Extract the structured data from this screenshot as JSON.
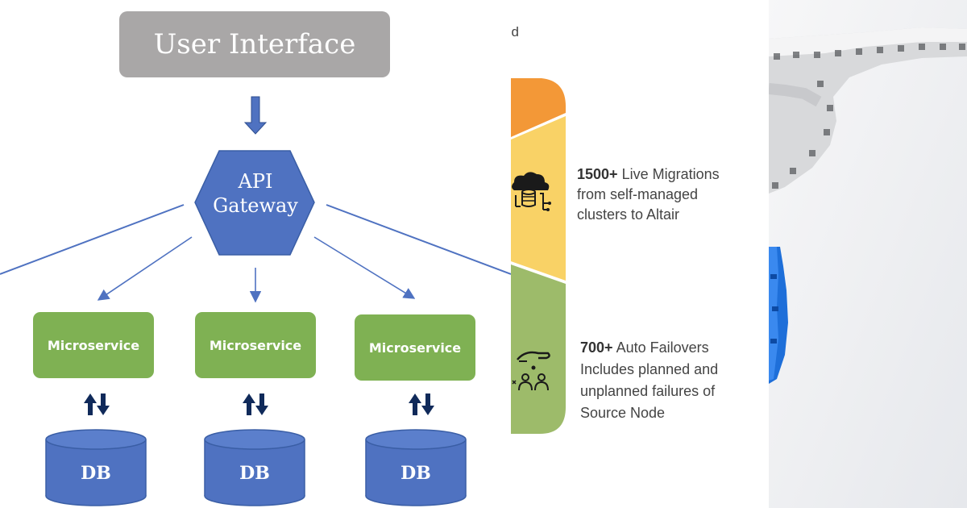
{
  "diagram": {
    "ui_label": "User Interface",
    "gateway_label_line1": "API",
    "gateway_label_line2": "Gateway",
    "microservices": [
      "Microservice",
      "Microservice",
      "Microservice"
    ],
    "databases": [
      "DB",
      "DB",
      "DB"
    ],
    "colors": {
      "ui_box": "#a9a7a7",
      "gateway": "#4f72c1",
      "microservice": "#7fb153",
      "db": "#4f72c1",
      "arrows": "#4f72c1",
      "sync_arrows": "#102a5a"
    }
  },
  "stats": {
    "top_cut_text": "ed",
    "migrations": {
      "count": "1500+",
      "title": "Live Migrations",
      "line2": "from self-managed",
      "line3": "clusters to Altair"
    },
    "failovers": {
      "count": "700+",
      "title": "Auto Failovers",
      "line2": "Includes planned and",
      "line3": "unplanned failures of",
      "line4": "Source Node"
    },
    "colors": {
      "orange": "#f39837",
      "yellow": "#f9d266",
      "green": "#9dbb6a"
    },
    "icons": [
      "cloud-database-icon",
      "hand-people-icon"
    ]
  },
  "photo": {
    "icons": [
      "white-puzzle-chain-icon",
      "blue-puzzle-piece-icon"
    ]
  }
}
